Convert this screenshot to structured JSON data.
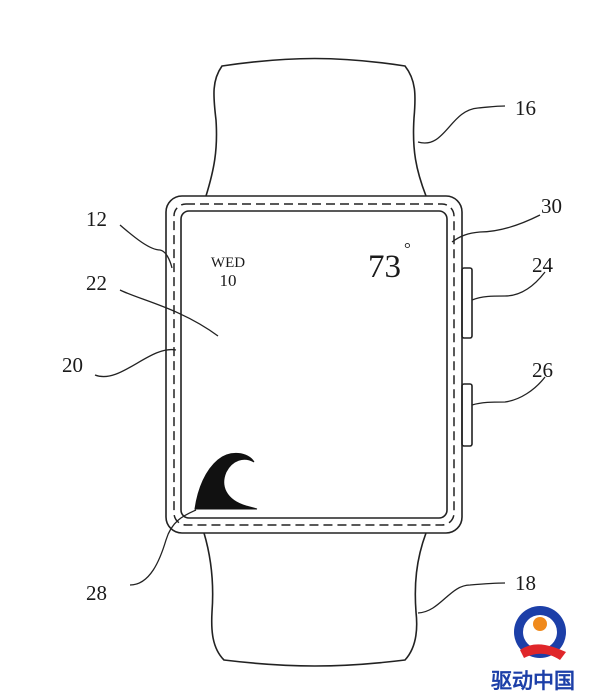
{
  "screen": {
    "day": "WED",
    "date": "10",
    "temperature": "73",
    "degree_symbol": "°"
  },
  "reference_numerals": {
    "band_top": "16",
    "band_bottom": "18",
    "housing": "12",
    "display": "22",
    "bezel": "20",
    "border": "30",
    "button_top": "24",
    "button_bottom": "26",
    "wave_icon": "28"
  },
  "watermark": {
    "text": "驱动中国",
    "colors": {
      "blue": "#1c3fa8",
      "orange": "#f08a1c",
      "red": "#e0262a"
    }
  }
}
